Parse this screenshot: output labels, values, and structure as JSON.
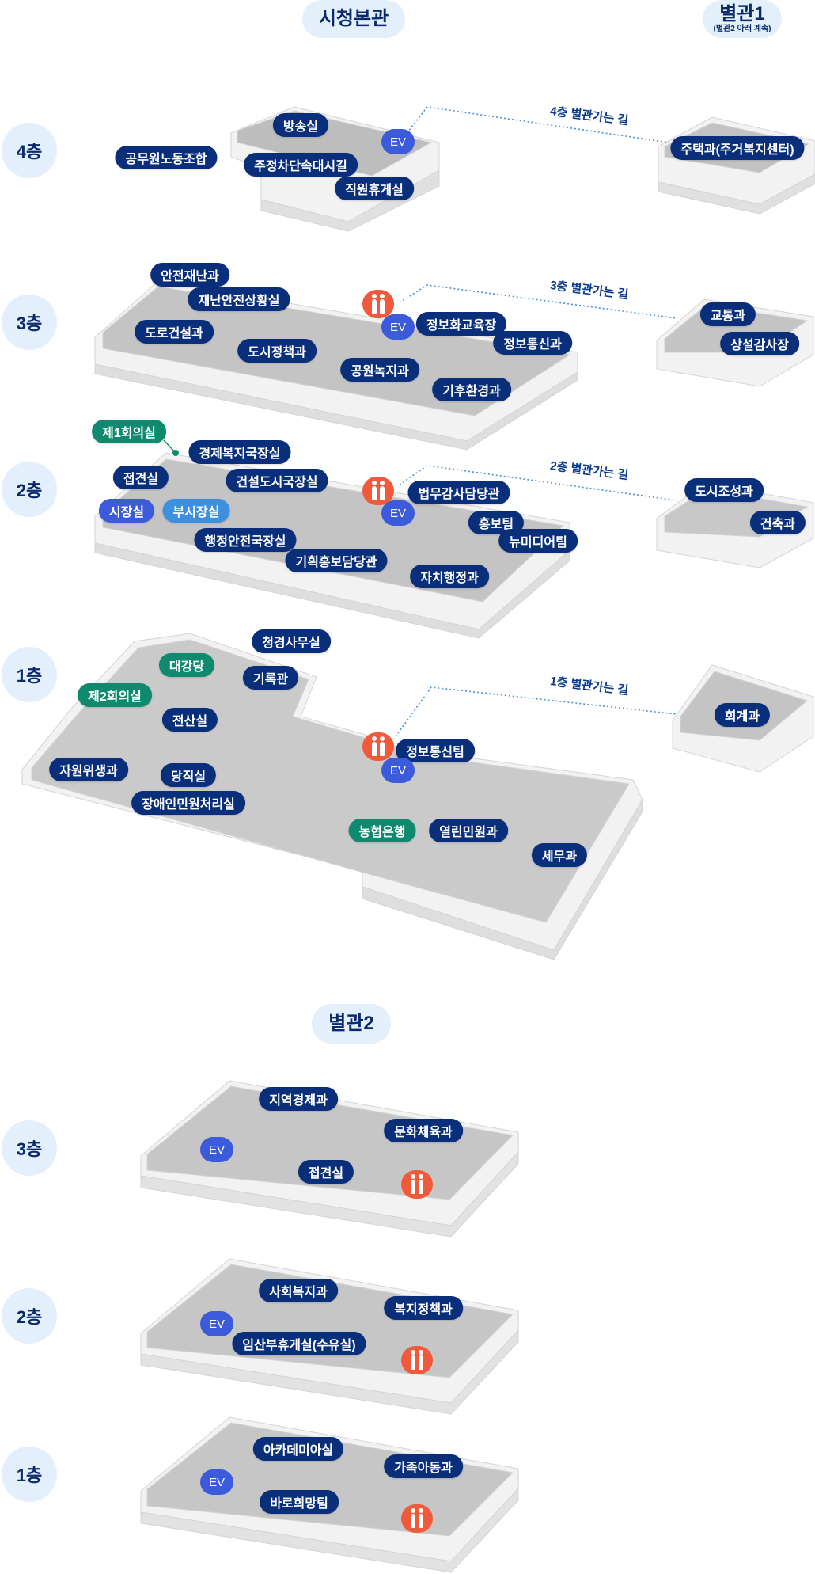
{
  "headers": {
    "main": "시청본관",
    "annex1": {
      "title": "별관1",
      "note": "(별관2 아래 계속)"
    },
    "annex2": "별관2"
  },
  "floors_main": [
    "4층",
    "3층",
    "2층",
    "1층"
  ],
  "floors_annex2": [
    "3층",
    "2층",
    "1층"
  ],
  "paths": [
    "4층 별관가는 길",
    "3층 별관가는 길",
    "2층 별관가는 길",
    "1층 별관가는 길"
  ],
  "icons": {
    "elevator": "EV",
    "restroom": "restroom-icon"
  },
  "colors": {
    "navy": "#0a2f7a",
    "green": "#0f8a6e",
    "blue": "#3b5bdb",
    "light_blue": "#3d8fe0",
    "restroom": "#f05a3a",
    "header_bg": "#e3f0fb"
  },
  "main_4f": [
    "방송실",
    "공무원노동조합",
    "주정차단속대시길",
    "직원휴게실"
  ],
  "annex1_4f": [
    "주택과(주거복지센터)"
  ],
  "main_3f": [
    "안전재난과",
    "재난안전상황실",
    "도로건설과",
    "도시정책과",
    "정보화교육장",
    "정보통신과",
    "공원녹지과",
    "기후환경과"
  ],
  "annex1_3f": [
    "교통과",
    "상설감사장"
  ],
  "main_2f": [
    "제1회의실",
    "경제복지국장실",
    "접견실",
    "건설도시국장실",
    "시장실",
    "부시장실",
    "법무감사담당관",
    "홍보팀",
    "뉴미디어팀",
    "행정안전국장실",
    "기획홍보담당관",
    "자치행정과"
  ],
  "annex1_2f": [
    "도시조성과",
    "건축과"
  ],
  "main_1f": [
    "청경사무실",
    "대강당",
    "기록관",
    "제2회의실",
    "전산실",
    "정보통신팀",
    "자원위생과",
    "당직실",
    "장애인민원처리실",
    "농협은행",
    "열린민원과",
    "세무과"
  ],
  "annex1_1f": [
    "회계과"
  ],
  "annex2_3f": [
    "지역경제과",
    "문화체육과",
    "접견실"
  ],
  "annex2_2f": [
    "사회복지과",
    "복지정책과",
    "임산부휴게실(수유실)"
  ],
  "annex2_1f": [
    "아카데미아실",
    "가족아동과",
    "바로희망팀"
  ]
}
